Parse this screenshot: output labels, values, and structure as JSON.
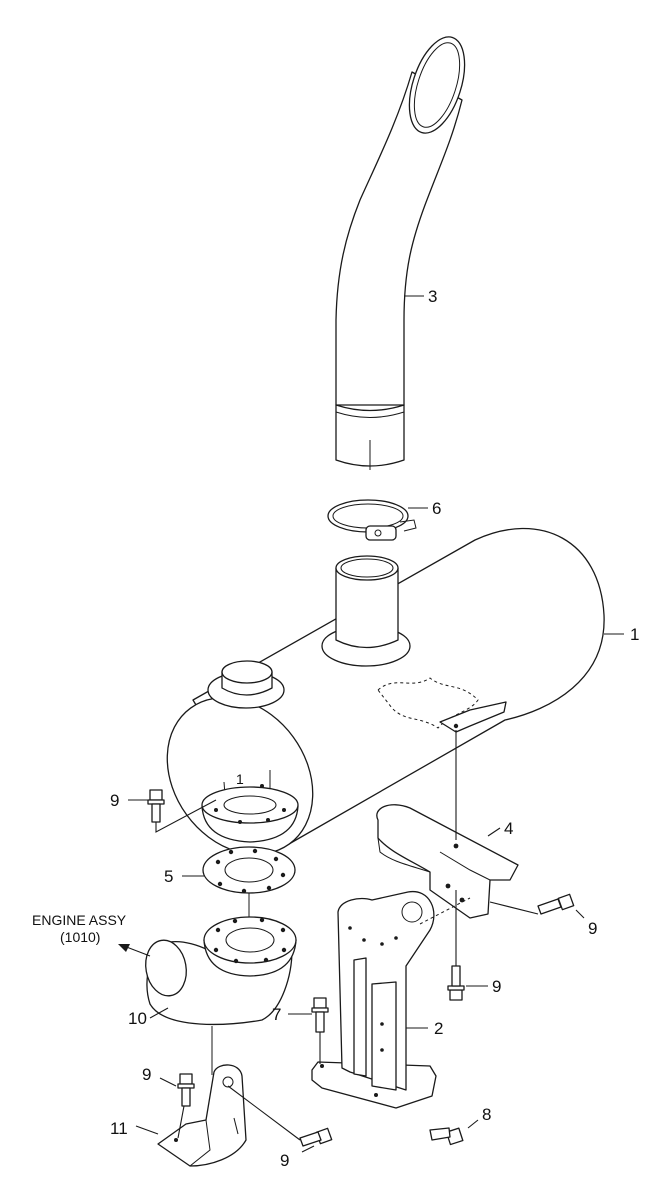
{
  "callouts": {
    "c1": "1",
    "c1_small": "1",
    "c2": "2",
    "c3": "3",
    "c4": "4",
    "c5": "5",
    "c6": "6",
    "c7": "7",
    "c8": "8",
    "c9_left_top": "9",
    "c9_right_upper": "9",
    "c9_right_lower": "9",
    "c9_bottom_left": "9",
    "c9_bottom": "9",
    "c10": "10",
    "c11": "11"
  },
  "notes": {
    "engine_assy_line1": "ENGINE ASSY",
    "engine_assy_line2": "(1010)"
  }
}
